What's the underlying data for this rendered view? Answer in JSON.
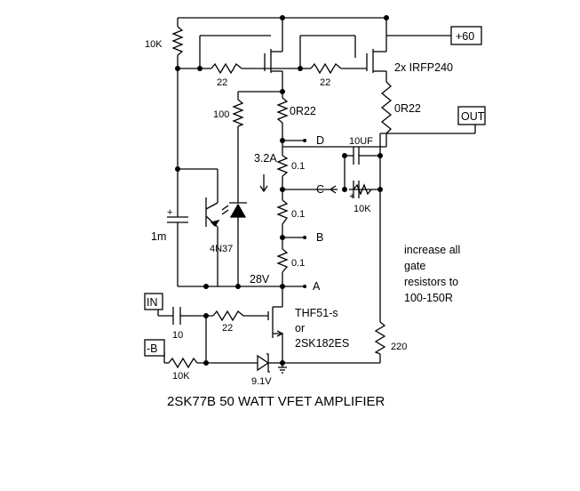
{
  "title": "2SK77B 50 WATT VFET AMPLIFIER",
  "note": [
    "increase all",
    "gate",
    "resistors to",
    "100-150R"
  ],
  "terminals": {
    "vplus": "+60",
    "out": "OUT",
    "in": "IN",
    "vminus": "-B"
  },
  "test_points": {
    "d": "D",
    "c": "C",
    "b": "B",
    "a": "A"
  },
  "labels": {
    "r10k_top": "10K",
    "r22_left": "22",
    "r22_right": "22",
    "mosfets": "2x IRFP240",
    "r100": "100",
    "r0r22_a": "0R22",
    "r0r22_b": "0R22",
    "current": "3.2A",
    "r01_1": "0.1",
    "r01_2": "0.1",
    "r01_3": "0.1",
    "c10uf": "10UF",
    "r10k_fb": "10K",
    "cap_1m": "1m",
    "opto": "4N37",
    "volt_28": "28V",
    "jfet_a": "THF51-s",
    "jfet_or": "or",
    "jfet_b": "2SK182ES",
    "c10": "10",
    "r22_in": "22",
    "r10k_bias": "10K",
    "zener": "9.1V",
    "r220": "220"
  }
}
